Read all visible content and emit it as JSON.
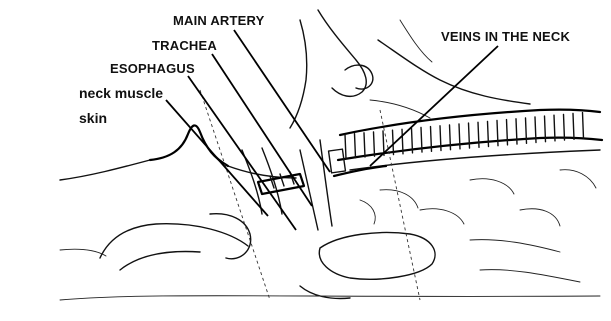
{
  "labels": {
    "main_artery": "MAIN ARTERY",
    "trachea": "TRACHEA",
    "esophagus": "ESOPHAGUS",
    "neck_muscle": "neck muscle",
    "skin": "skin",
    "veins_in_the_neck": "VEINS IN THE NECK"
  }
}
